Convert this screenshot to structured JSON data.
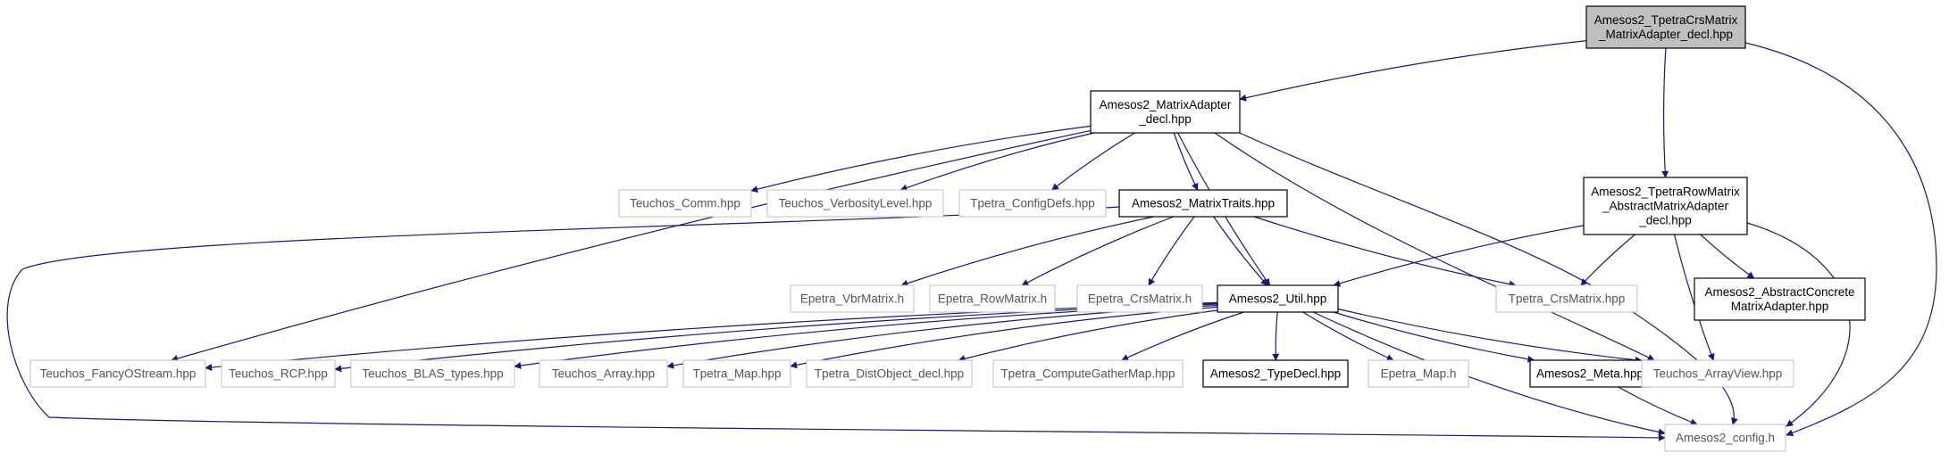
{
  "colors": {
    "background": "#ffffff",
    "edge": "#191970",
    "highlight_fill": "#bfbfbf",
    "highlight_border": "#000000",
    "internal_border": "#000000",
    "external_border": "#bfbfbf",
    "internal_text": "#000000",
    "external_text": "#555555"
  },
  "nodes": [
    {
      "id": "tpetra_crs_adapter",
      "lines": [
        "Amesos2_TpetraCrsMatrix",
        "_MatrixAdapter_decl.hpp"
      ],
      "style": "highlight"
    },
    {
      "id": "matrix_adapter",
      "lines": [
        "Amesos2_MatrixAdapter",
        "_decl.hpp"
      ],
      "style": "internal"
    },
    {
      "id": "tpetra_row_adapter",
      "lines": [
        "Amesos2_TpetraRowMatrix",
        "_AbstractMatrixAdapter",
        "_decl.hpp"
      ],
      "style": "internal"
    },
    {
      "id": "teuchos_comm",
      "lines": [
        "Teuchos_Comm.hpp"
      ],
      "style": "external"
    },
    {
      "id": "teuchos_verbosity",
      "lines": [
        "Teuchos_VerbosityLevel.hpp"
      ],
      "style": "external"
    },
    {
      "id": "tpetra_configdefs",
      "lines": [
        "Tpetra_ConfigDefs.hpp"
      ],
      "style": "external"
    },
    {
      "id": "matrix_traits",
      "lines": [
        "Amesos2_MatrixTraits.hpp"
      ],
      "style": "internal"
    },
    {
      "id": "epetra_vbr",
      "lines": [
        "Epetra_VbrMatrix.h"
      ],
      "style": "external"
    },
    {
      "id": "epetra_row",
      "lines": [
        "Epetra_RowMatrix.h"
      ],
      "style": "external"
    },
    {
      "id": "epetra_crs",
      "lines": [
        "Epetra_CrsMatrix.h"
      ],
      "style": "external"
    },
    {
      "id": "util",
      "lines": [
        "Amesos2_Util.hpp"
      ],
      "style": "internal"
    },
    {
      "id": "tpetra_crs",
      "lines": [
        "Tpetra_CrsMatrix.hpp"
      ],
      "style": "external"
    },
    {
      "id": "abstract_concrete",
      "lines": [
        "Amesos2_AbstractConcrete",
        "MatrixAdapter.hpp"
      ],
      "style": "internal"
    },
    {
      "id": "fancy_ostream",
      "lines": [
        "Teuchos_FancyOStream.hpp"
      ],
      "style": "external"
    },
    {
      "id": "teuchos_rcp",
      "lines": [
        "Teuchos_RCP.hpp"
      ],
      "style": "external"
    },
    {
      "id": "blas_types",
      "lines": [
        "Teuchos_BLAS_types.hpp"
      ],
      "style": "external"
    },
    {
      "id": "teuchos_array",
      "lines": [
        "Teuchos_Array.hpp"
      ],
      "style": "external"
    },
    {
      "id": "tpetra_map",
      "lines": [
        "Tpetra_Map.hpp"
      ],
      "style": "external"
    },
    {
      "id": "distobject",
      "lines": [
        "Tpetra_DistObject_decl.hpp"
      ],
      "style": "external"
    },
    {
      "id": "gathermap",
      "lines": [
        "Tpetra_ComputeGatherMap.hpp"
      ],
      "style": "external"
    },
    {
      "id": "typedecl",
      "lines": [
        "Amesos2_TypeDecl.hpp"
      ],
      "style": "internal"
    },
    {
      "id": "epetra_map",
      "lines": [
        "Epetra_Map.h"
      ],
      "style": "external"
    },
    {
      "id": "meta",
      "lines": [
        "Amesos2_Meta.hpp"
      ],
      "style": "internal"
    },
    {
      "id": "arrayview",
      "lines": [
        "Teuchos_ArrayView.hpp"
      ],
      "style": "external"
    },
    {
      "id": "config",
      "lines": [
        "Amesos2_config.h"
      ],
      "style": "external"
    }
  ],
  "edges": [
    {
      "from": "tpetra_crs_adapter",
      "to": "matrix_adapter"
    },
    {
      "from": "tpetra_crs_adapter",
      "to": "tpetra_row_adapter"
    },
    {
      "from": "tpetra_crs_adapter",
      "to": "config"
    },
    {
      "from": "matrix_adapter",
      "to": "fancy_ostream"
    },
    {
      "from": "matrix_adapter",
      "to": "teuchos_comm"
    },
    {
      "from": "matrix_adapter",
      "to": "teuchos_verbosity"
    },
    {
      "from": "matrix_adapter",
      "to": "tpetra_configdefs"
    },
    {
      "from": "matrix_adapter",
      "to": "matrix_traits"
    },
    {
      "from": "matrix_adapter",
      "to": "util"
    },
    {
      "from": "matrix_adapter",
      "to": "arrayview"
    },
    {
      "from": "matrix_adapter",
      "to": "config"
    },
    {
      "from": "matrix_traits",
      "to": "config"
    },
    {
      "from": "matrix_traits",
      "to": "epetra_vbr"
    },
    {
      "from": "matrix_traits",
      "to": "epetra_row"
    },
    {
      "from": "matrix_traits",
      "to": "epetra_crs"
    },
    {
      "from": "matrix_traits",
      "to": "util"
    },
    {
      "from": "matrix_traits",
      "to": "tpetra_crs"
    },
    {
      "from": "tpetra_row_adapter",
      "to": "util"
    },
    {
      "from": "tpetra_row_adapter",
      "to": "tpetra_crs"
    },
    {
      "from": "tpetra_row_adapter",
      "to": "abstract_concrete"
    },
    {
      "from": "tpetra_row_adapter",
      "to": "arrayview"
    },
    {
      "from": "tpetra_row_adapter",
      "to": "config"
    },
    {
      "from": "util",
      "to": "fancy_ostream"
    },
    {
      "from": "util",
      "to": "teuchos_rcp"
    },
    {
      "from": "util",
      "to": "blas_types"
    },
    {
      "from": "util",
      "to": "teuchos_array"
    },
    {
      "from": "util",
      "to": "tpetra_map"
    },
    {
      "from": "util",
      "to": "distobject"
    },
    {
      "from": "util",
      "to": "gathermap"
    },
    {
      "from": "util",
      "to": "typedecl"
    },
    {
      "from": "util",
      "to": "epetra_map"
    },
    {
      "from": "util",
      "to": "meta"
    },
    {
      "from": "util",
      "to": "arrayview"
    },
    {
      "from": "util",
      "to": "config"
    },
    {
      "from": "meta",
      "to": "config"
    }
  ]
}
